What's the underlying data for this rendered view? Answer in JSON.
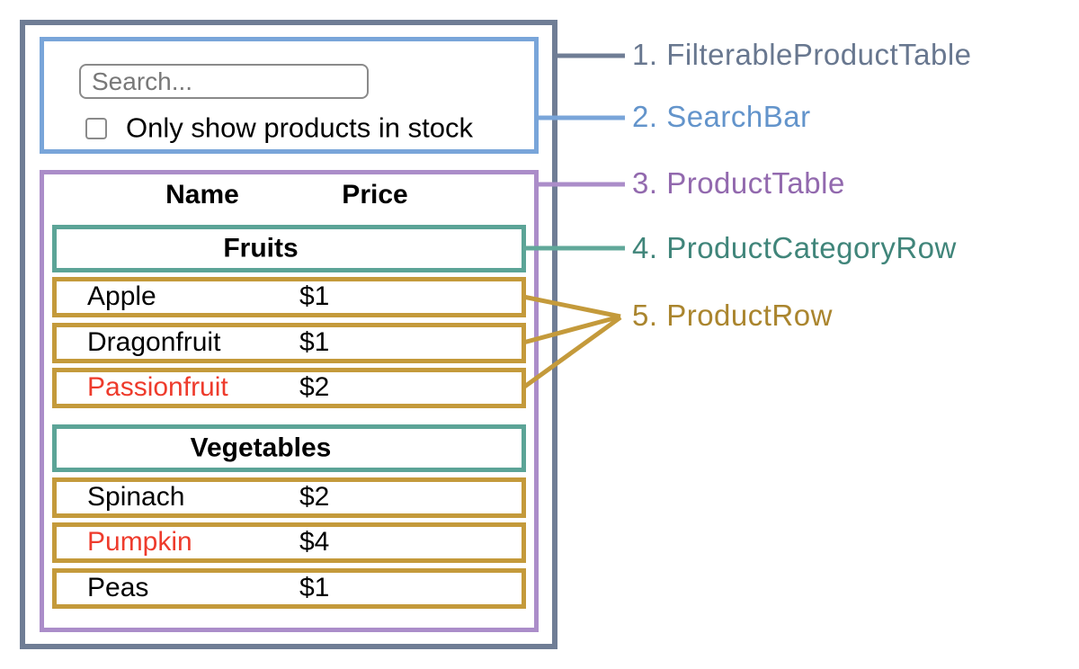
{
  "legend": {
    "labels": [
      {
        "text": "1. FilterableProductTable",
        "color": "#68778F"
      },
      {
        "text": "2. SearchBar",
        "color": "#6394CB"
      },
      {
        "text": "3. ProductTable",
        "color": "#9269AE"
      },
      {
        "text": "4. ProductCategoryRow",
        "color": "#40857A"
      },
      {
        "text": "5. ProductRow",
        "color": "#AA852E"
      }
    ]
  },
  "search_bar": {
    "placeholder": "Search...",
    "input_value": "",
    "checkbox_label": "Only show products in stock",
    "checkbox_checked": false
  },
  "product_table": {
    "headers": {
      "name": "Name",
      "price": "Price"
    },
    "sections": [
      {
        "category": "Fruits",
        "rows": [
          {
            "name": "Apple",
            "price": "$1"
          },
          {
            "name": "Dragonfruit",
            "price": "$1"
          },
          {
            "name": "Passionfruit",
            "price": "$2",
            "name_color": "#EE3B2C"
          }
        ]
      },
      {
        "category": "Vegetables",
        "rows": [
          {
            "name": "Spinach",
            "price": "$2"
          },
          {
            "name": "Pumpkin",
            "price": "$4",
            "name_color": "#EE3B2C"
          },
          {
            "name": "Peas",
            "price": "$1"
          }
        ]
      }
    ]
  },
  "colors": {
    "filterable_product_table_border": "#6F7D95",
    "search_bar_border": "#79A5D9",
    "product_table_border": "#AB8DC9",
    "category_row_border": "#5CA497",
    "product_row_border": "#C49A3B",
    "out_of_stock_text": "#EE3B2C",
    "background": "#FFFFFF"
  }
}
